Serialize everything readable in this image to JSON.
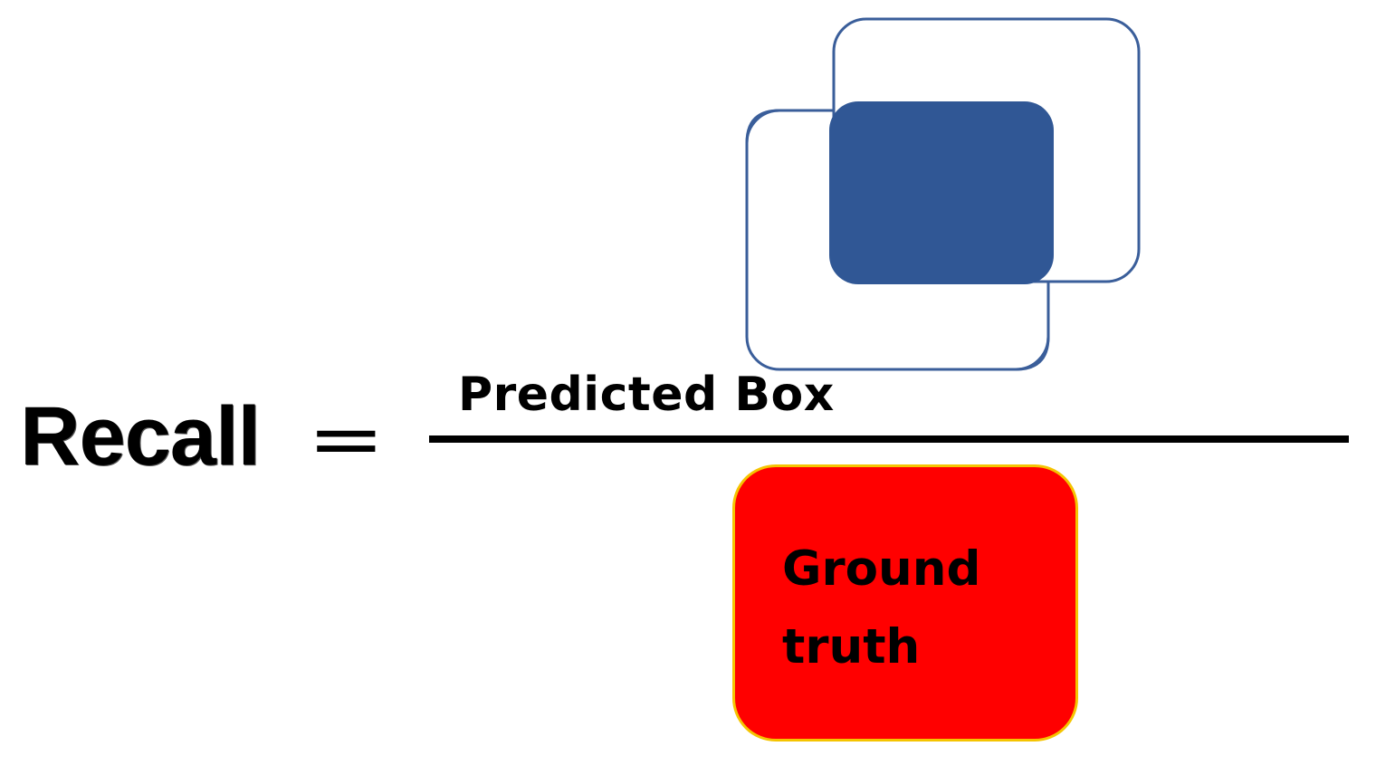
{
  "equation": {
    "lhs": "Recall",
    "equals_sign": "="
  },
  "numerator": {
    "label": "Predicted Box",
    "shapes": {
      "outline_color": "#3a5e9a",
      "intersection_color": "#305795"
    }
  },
  "denominator": {
    "label_line_1": "Ground",
    "label_line_2": "truth",
    "fill_color": "#ff0000",
    "border_color": "#f5c400"
  },
  "fraction_bar_color": "#000000"
}
